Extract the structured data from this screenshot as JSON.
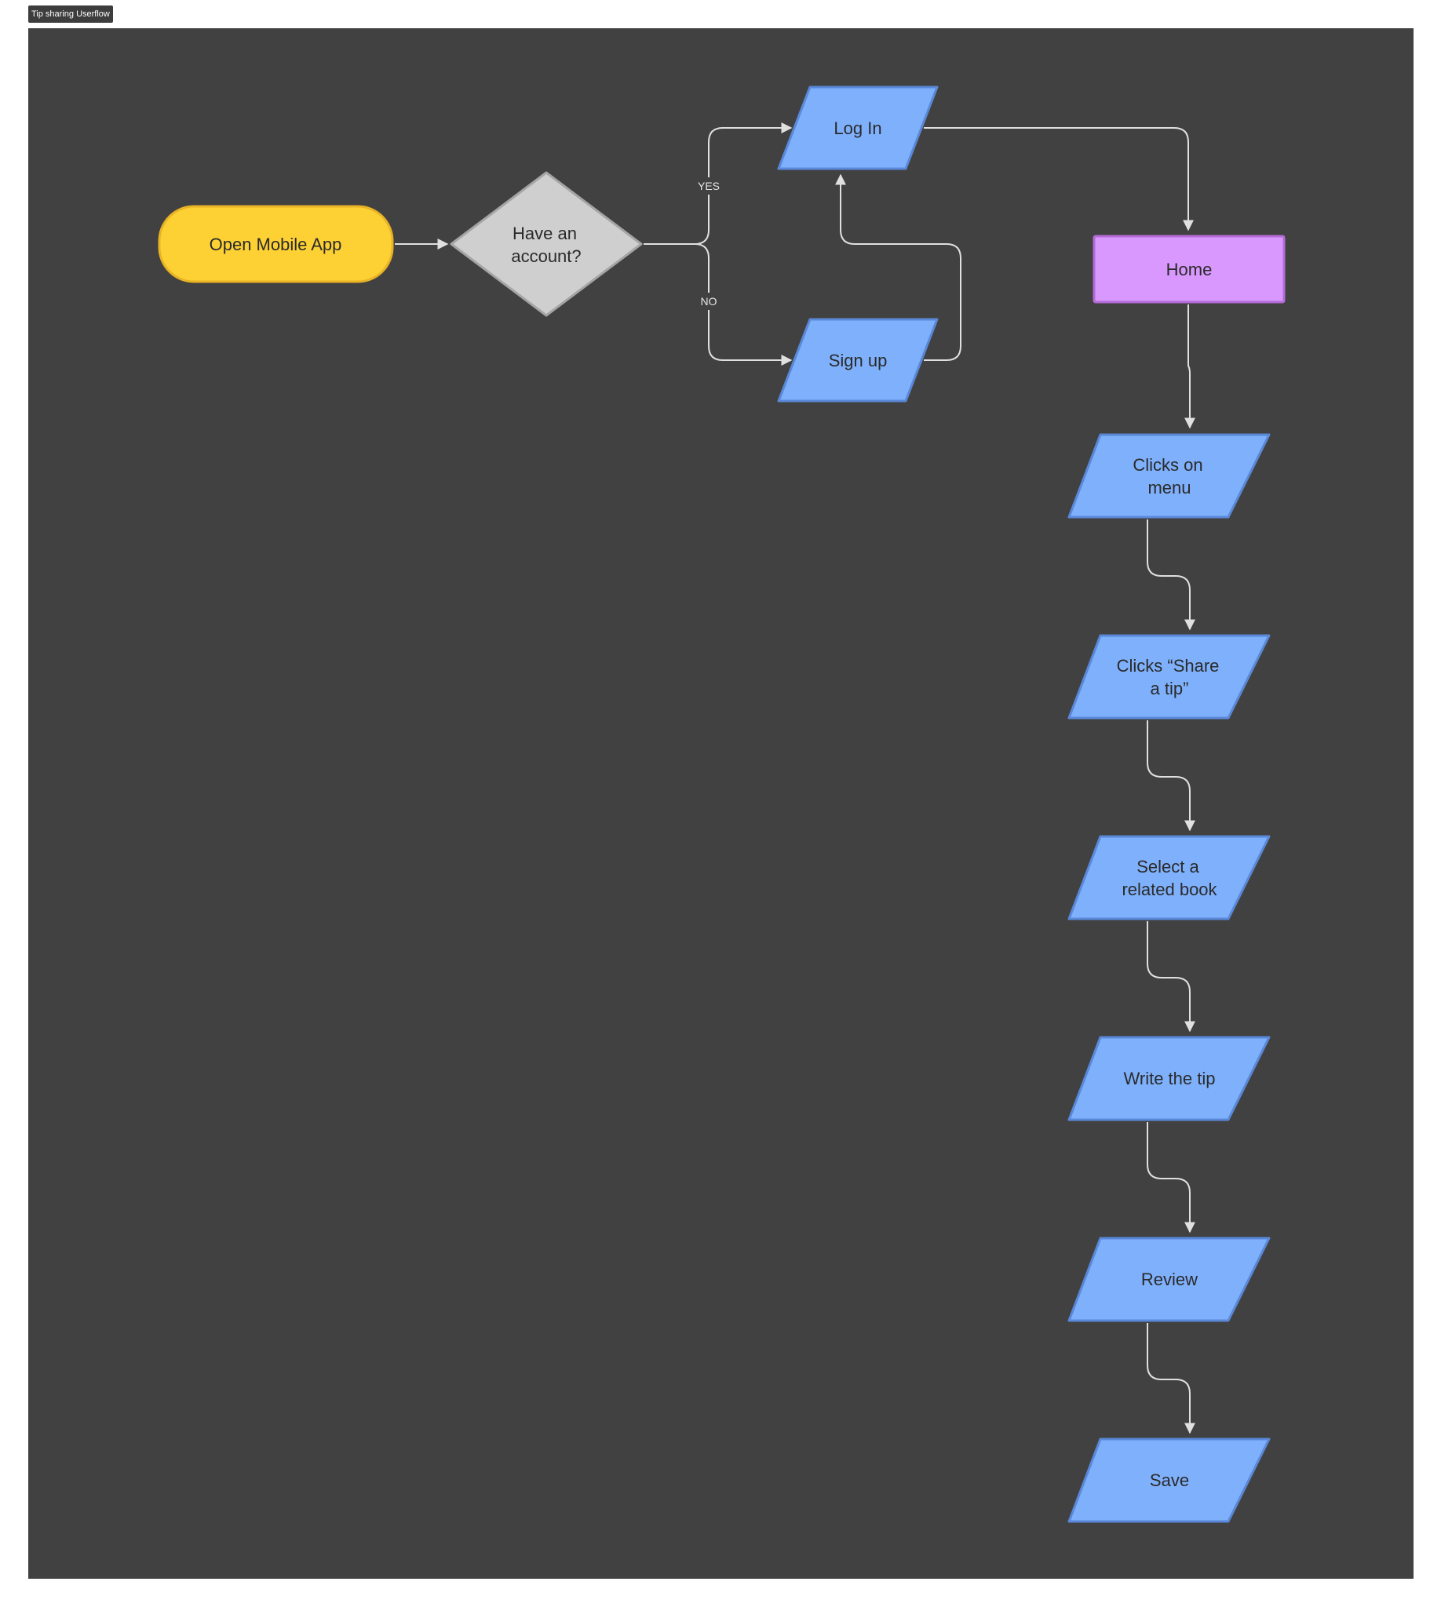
{
  "frame": {
    "title": "Tip sharing Userflow"
  },
  "colors": {
    "background": "#414141",
    "connector": "#e0e0e0",
    "start": "#fdd134",
    "start_border": "#e9b326",
    "decision": "#cfcfcf",
    "decision_border": "#a5a5a5",
    "io": "#7fb0fb",
    "io_border": "#5a88d8",
    "home": "#d898fd",
    "home_border": "#b56ad6"
  },
  "nodes": {
    "open_app": {
      "shape": "rounded-terminator",
      "lines": [
        "Open Mobile App"
      ]
    },
    "have_account": {
      "shape": "diamond",
      "lines": [
        "Have an",
        "account?"
      ]
    },
    "log_in": {
      "shape": "parallelogram",
      "lines": [
        "Log In"
      ]
    },
    "sign_up": {
      "shape": "parallelogram",
      "lines": [
        "Sign up"
      ]
    },
    "home": {
      "shape": "rectangle",
      "lines": [
        "Home"
      ]
    },
    "clicks_menu": {
      "shape": "parallelogram",
      "lines": [
        "Clicks on",
        "menu"
      ]
    },
    "share_tip": {
      "shape": "parallelogram",
      "lines": [
        "Clicks “Share",
        "a tip”"
      ]
    },
    "select_book": {
      "shape": "parallelogram",
      "lines": [
        "Select a",
        "related book"
      ]
    },
    "write_tip": {
      "shape": "parallelogram",
      "lines": [
        "Write the tip"
      ]
    },
    "review": {
      "shape": "parallelogram",
      "lines": [
        "Review"
      ]
    },
    "save": {
      "shape": "parallelogram",
      "lines": [
        "Save"
      ]
    }
  },
  "edges": {
    "yes": {
      "from": "have_account",
      "to": "log_in",
      "label": "YES"
    },
    "no": {
      "from": "have_account",
      "to": "sign_up",
      "label": "NO"
    },
    "open_to_decision": {
      "from": "open_app",
      "to": "have_account"
    },
    "signup_to_login": {
      "from": "sign_up",
      "to": "log_in"
    },
    "login_to_home": {
      "from": "log_in",
      "to": "home"
    },
    "home_to_menu": {
      "from": "home",
      "to": "clicks_menu"
    },
    "menu_to_share": {
      "from": "clicks_menu",
      "to": "share_tip"
    },
    "share_to_select": {
      "from": "share_tip",
      "to": "select_book"
    },
    "select_to_write": {
      "from": "select_book",
      "to": "write_tip"
    },
    "write_to_review": {
      "from": "write_tip",
      "to": "review"
    },
    "review_to_save": {
      "from": "review",
      "to": "save"
    }
  }
}
